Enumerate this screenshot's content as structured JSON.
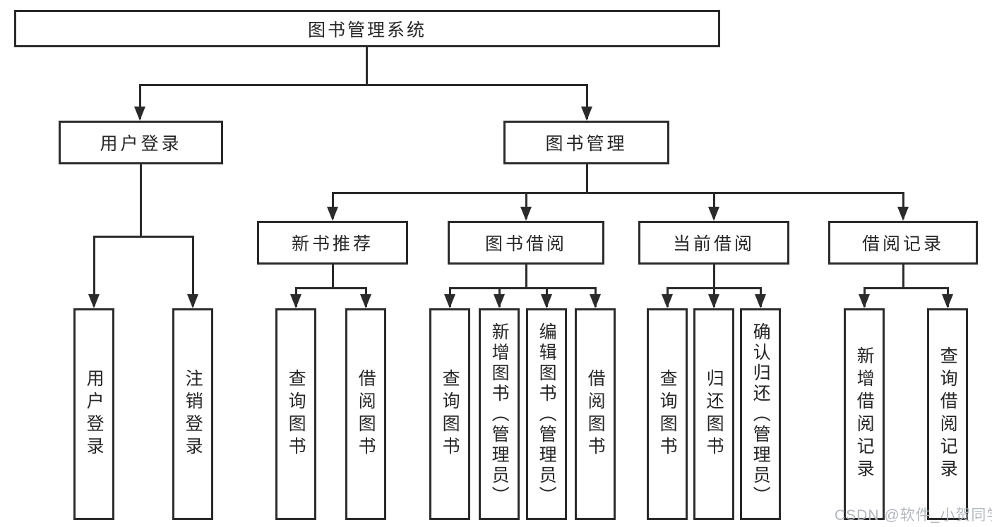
{
  "tree": {
    "root": "图书管理系统",
    "branches": [
      {
        "label": "用户登录",
        "children": [
          "用户登录",
          "注销登录"
        ]
      },
      {
        "label": "图书管理",
        "sections": [
          {
            "label": "新书推荐",
            "children": [
              "查询图书",
              "借阅图书"
            ]
          },
          {
            "label": "图书借阅",
            "children": [
              "查询图书",
              "新增图书（管理员）",
              "编辑图书（管理员）",
              "借阅图书"
            ]
          },
          {
            "label": "当前借阅",
            "children": [
              "查询图书",
              "归还图书",
              "确认归还（管理员）"
            ]
          },
          {
            "label": "借阅记录",
            "children": [
              "新增借阅记录",
              "查询借阅记录"
            ]
          }
        ]
      }
    ]
  },
  "watermark": {
    "text": "CSDN @软件_小贺同学"
  },
  "colors": {
    "line": "#2b2b2b",
    "text": "#262626",
    "watermark": "#b3b7be",
    "background": "#ffffff"
  }
}
